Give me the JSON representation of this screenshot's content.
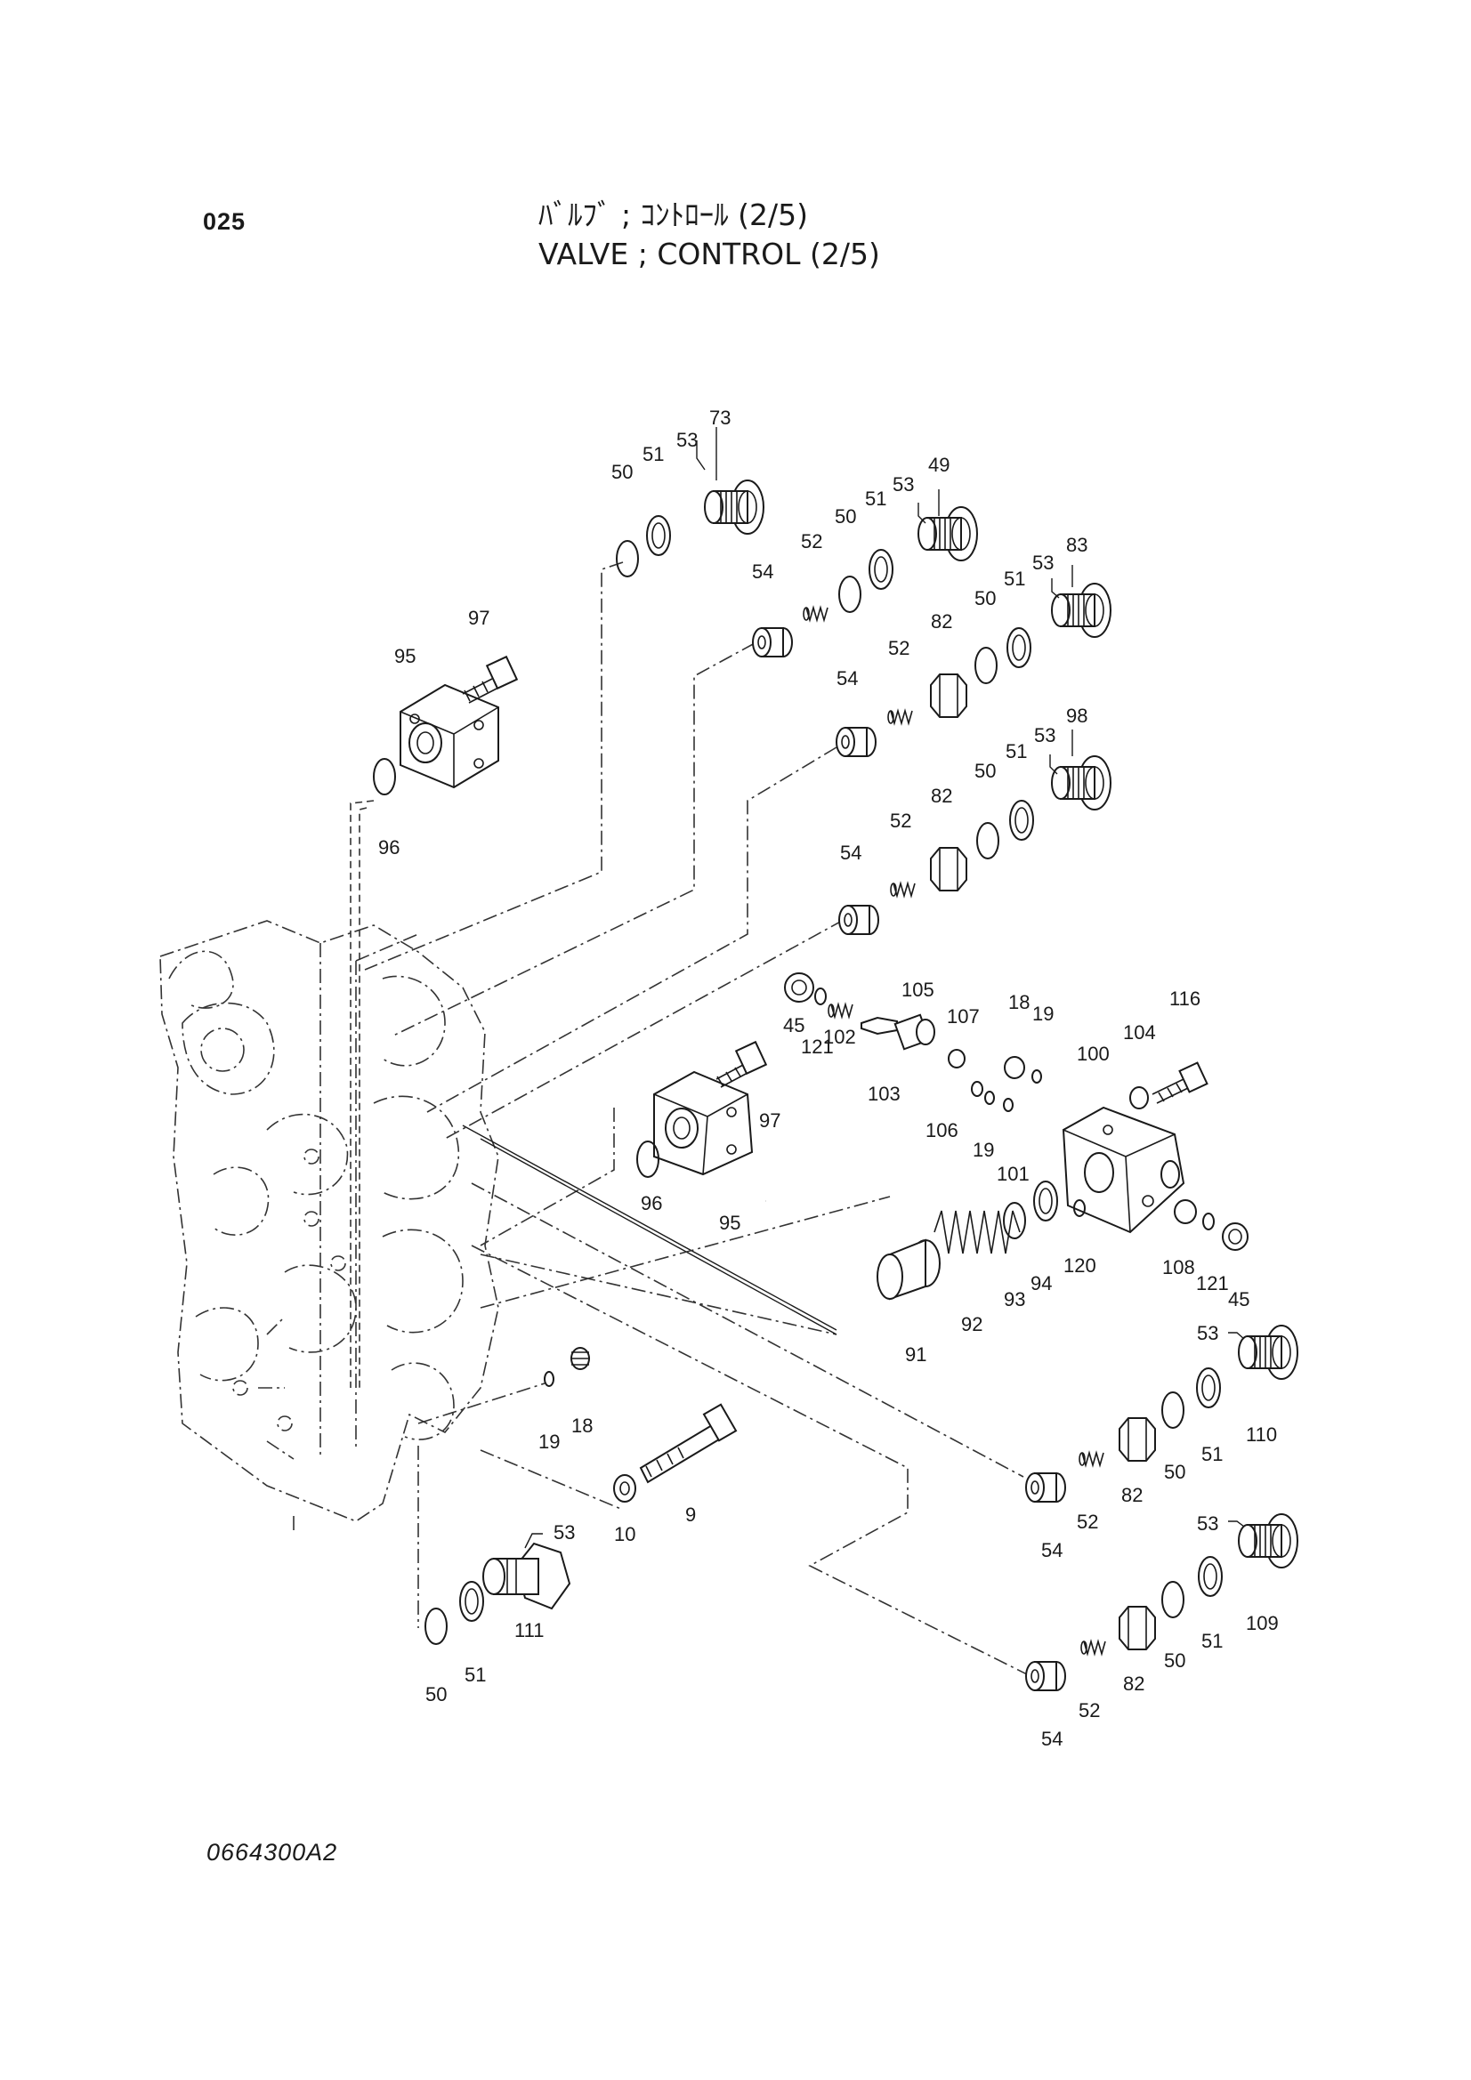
{
  "header": {
    "page_number": "025",
    "title_jp": "ﾊﾞﾙﾌﾞ ; ｺﾝﾄﾛｰﾙ (2/5)",
    "title_en": "VALVE ; CONTROL (2/5)"
  },
  "footer": {
    "drawing_number": "0664300A2"
  },
  "callouts": [
    {
      "id": "c1",
      "text": "73"
    },
    {
      "id": "c2",
      "text": "53"
    },
    {
      "id": "c3",
      "text": "51"
    },
    {
      "id": "c4",
      "text": "50"
    },
    {
      "id": "c5",
      "text": "49"
    },
    {
      "id": "c6",
      "text": "53"
    },
    {
      "id": "c7",
      "text": "51"
    },
    {
      "id": "c8",
      "text": "50"
    },
    {
      "id": "c9",
      "text": "52"
    },
    {
      "id": "c10",
      "text": "54"
    },
    {
      "id": "c11",
      "text": "83"
    },
    {
      "id": "c12",
      "text": "53"
    },
    {
      "id": "c13",
      "text": "51"
    },
    {
      "id": "c14",
      "text": "50"
    },
    {
      "id": "c15",
      "text": "82"
    },
    {
      "id": "c16",
      "text": "52"
    },
    {
      "id": "c17",
      "text": "54"
    },
    {
      "id": "c18",
      "text": "97"
    },
    {
      "id": "c19",
      "text": "95"
    },
    {
      "id": "c20",
      "text": "96"
    },
    {
      "id": "c21",
      "text": "98"
    },
    {
      "id": "c22",
      "text": "53"
    },
    {
      "id": "c23",
      "text": "51"
    },
    {
      "id": "c24",
      "text": "50"
    },
    {
      "id": "c25",
      "text": "82"
    },
    {
      "id": "c26",
      "text": "52"
    },
    {
      "id": "c27",
      "text": "54"
    },
    {
      "id": "c28",
      "text": "105"
    },
    {
      "id": "c29",
      "text": "107"
    },
    {
      "id": "c30",
      "text": "18"
    },
    {
      "id": "c31",
      "text": "19"
    },
    {
      "id": "c32",
      "text": "116"
    },
    {
      "id": "c33",
      "text": "104"
    },
    {
      "id": "c34",
      "text": "100"
    },
    {
      "id": "c35",
      "text": "45"
    },
    {
      "id": "c36",
      "text": "121"
    },
    {
      "id": "c37",
      "text": "102"
    },
    {
      "id": "c38",
      "text": "103"
    },
    {
      "id": "c39",
      "text": "97"
    },
    {
      "id": "c40",
      "text": "106"
    },
    {
      "id": "c41",
      "text": "19"
    },
    {
      "id": "c42",
      "text": "101"
    },
    {
      "id": "c43",
      "text": "96"
    },
    {
      "id": "c44",
      "text": "95"
    },
    {
      "id": "c45",
      "text": "120"
    },
    {
      "id": "c46",
      "text": "94"
    },
    {
      "id": "c47",
      "text": "93"
    },
    {
      "id": "c48",
      "text": "92"
    },
    {
      "id": "c49",
      "text": "91"
    },
    {
      "id": "c50",
      "text": "108"
    },
    {
      "id": "c51",
      "text": "121"
    },
    {
      "id": "c52",
      "text": "45"
    },
    {
      "id": "c53",
      "text": "53"
    },
    {
      "id": "c54",
      "text": "110"
    },
    {
      "id": "c55",
      "text": "51"
    },
    {
      "id": "c56",
      "text": "50"
    },
    {
      "id": "c57",
      "text": "82"
    },
    {
      "id": "c58",
      "text": "52"
    },
    {
      "id": "c59",
      "text": "54"
    },
    {
      "id": "c60",
      "text": "19"
    },
    {
      "id": "c61",
      "text": "18"
    },
    {
      "id": "c62",
      "text": "9"
    },
    {
      "id": "c63",
      "text": "10"
    },
    {
      "id": "c64",
      "text": "53"
    },
    {
      "id": "c65",
      "text": "111"
    },
    {
      "id": "c66",
      "text": "51"
    },
    {
      "id": "c67",
      "text": "50"
    },
    {
      "id": "c68",
      "text": "53"
    },
    {
      "id": "c69",
      "text": "109"
    },
    {
      "id": "c70",
      "text": "51"
    },
    {
      "id": "c71",
      "text": "50"
    },
    {
      "id": "c72",
      "text": "82"
    },
    {
      "id": "c73",
      "text": "52"
    },
    {
      "id": "c74",
      "text": "54"
    }
  ]
}
